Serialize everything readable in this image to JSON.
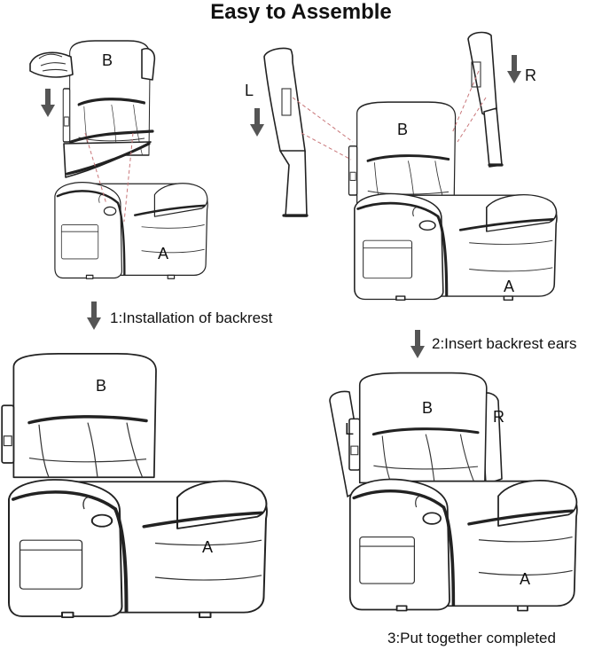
{
  "title": "Easy to Assemble",
  "labels": {
    "b": "B",
    "a": "A",
    "l": "L",
    "r": "R"
  },
  "steps": {
    "s1": "1:Installation of backrest",
    "s2": "2:Insert backrest ears",
    "s3": "3:Put together completed"
  },
  "colors": {
    "outline": "#222222",
    "arrow": "#555555",
    "guide": "#c9777a"
  },
  "icons": [
    "down-arrow-icon",
    "recliner-chair-drawing",
    "backrest-drawing",
    "backrest-ear-drawing",
    "hand-drawing"
  ]
}
